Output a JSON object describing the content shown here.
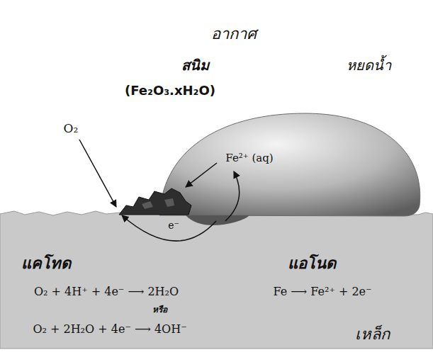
{
  "diagram": {
    "labels": [
      "อากาศ",
      "สนิม",
      "(Fe₂O₃.xH₂O)",
      "หยดน้ำ",
      "O₂",
      "Fe²⁺ (aq)",
      "e⁻",
      "แคโทด",
      "แอโนด",
      "O₂ + 4H⁺ + 4e⁻ ⟶ 2H₂O",
      "หรือ",
      "O₂ + 2H₂O + 4e⁻ ⟶ 4OH⁻",
      "Fe ⟶ Fe²⁺ + 2e⁻",
      "เหล็ก"
    ]
  }
}
